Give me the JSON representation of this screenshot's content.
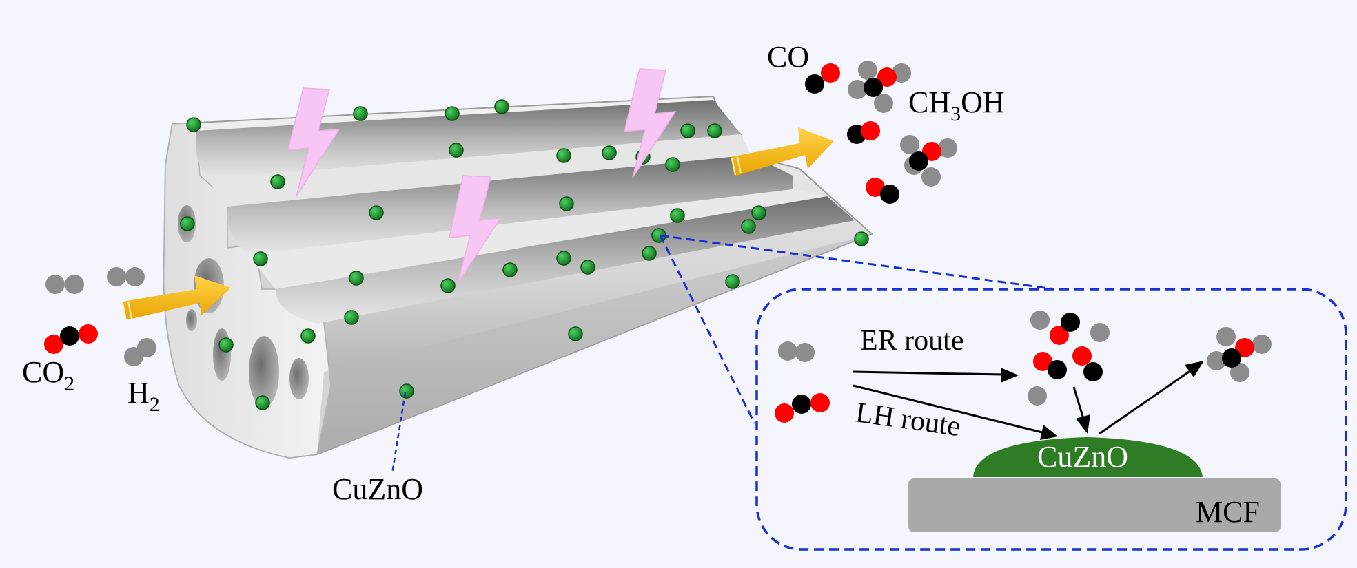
{
  "labels": {
    "co2": {
      "base": "CO",
      "sub": "2"
    },
    "h2": {
      "base": "H",
      "sub": "2"
    },
    "co": "CO",
    "ch3oh": {
      "a": "CH",
      "sub": "3",
      "b": "OH"
    },
    "cuzno_pointer": "CuZnO",
    "er_route": "ER route",
    "lh_route": "LH route",
    "cuzno_inset": "CuZnO",
    "mcf": "MCF"
  },
  "colors": {
    "background": "#f4f5fd",
    "support_gray": "#d0d0d0",
    "particle_green": "#1f8a2a",
    "flow_arrow": "#f5b400",
    "lightning": "#f8c6f4",
    "inset_border": "#1a2fd0",
    "atom_carbon": "#000000",
    "atom_oxygen": "#ff0000",
    "atom_hydrogen": "#8c8c8c",
    "cuzno_layer": "#2e7d24",
    "mcf_layer": "#a9a9a9"
  }
}
